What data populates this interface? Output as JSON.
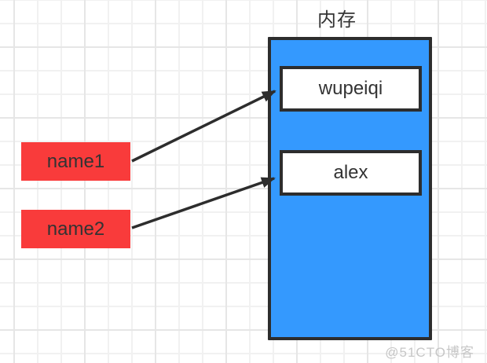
{
  "diagram": {
    "title": "内存",
    "variables": [
      {
        "label": "name1"
      },
      {
        "label": "name2"
      }
    ],
    "memory_values": [
      {
        "label": "wupeiqi"
      },
      {
        "label": "alex"
      }
    ],
    "arrows": [
      {
        "from": "name1",
        "to": "wupeiqi"
      },
      {
        "from": "name2",
        "to": "alex"
      }
    ],
    "colors": {
      "variable_fill": "#f93b3b",
      "memory_fill": "#3499fe",
      "stroke": "#2d2d2d",
      "text": "#333333",
      "grid_minor": "#f1f1f1",
      "grid_major": "#e6e6e6",
      "watermark": "#c6c6c6"
    }
  },
  "watermark": "@51CTO博客"
}
